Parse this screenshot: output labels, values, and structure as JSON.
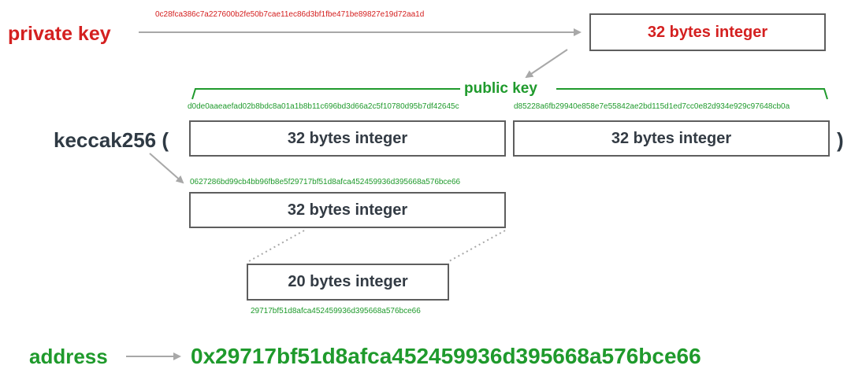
{
  "private_key": {
    "label": "private key",
    "hex": "0c28fca386c7a227600b2fe50b7cae11ec86d3bf1fbe471be89827e19d72aa1d",
    "box_label": "32 bytes integer"
  },
  "public_key": {
    "label": "public key",
    "hex_left": "d0de0aaeaefad02b8bdc8a01a1b8b11c696bd3d66a2c5f10780d95b7df42645c",
    "hex_right": "d85228a6fb29940e858e7e55842ae2bd115d1ed7cc0e82d934e929c97648cb0a",
    "box_left_label": "32 bytes integer",
    "box_right_label": "32 bytes integer"
  },
  "keccak": {
    "label": "keccak256 (",
    "close_paren": ")",
    "hash_hex": "0627286bd99cb4bb96fb8e5f29717bf51d8afca452459936d395668a576bce66",
    "hash_box_label": "32 bytes integer"
  },
  "truncated": {
    "box_label": "20 bytes integer",
    "hex": "29717bf51d8afca452459936d395668a576bce66"
  },
  "address": {
    "label": "address",
    "value": "0x29717bf51d8afca452459936d395668a576bce66"
  },
  "colors": {
    "private_red": "#d42020",
    "public_green": "#1f9a2c",
    "arrow_gray": "#a8a8a8",
    "box_border": "#5e5e5e",
    "label_dark": "#2f3a44"
  }
}
